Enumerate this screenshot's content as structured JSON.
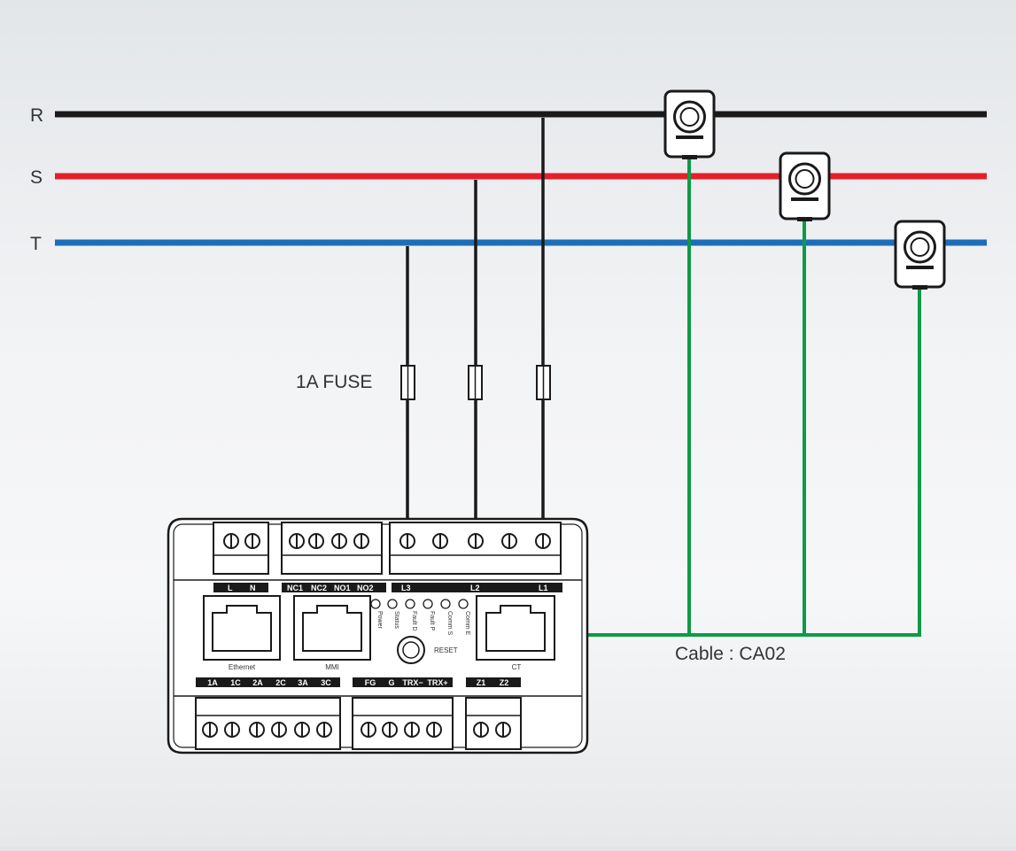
{
  "phases": [
    {
      "label": "R",
      "color": "#1a1a1a"
    },
    {
      "label": "S",
      "color": "#e4202b"
    },
    {
      "label": "T",
      "color": "#1e6db8"
    }
  ],
  "fuse_label": "1A FUSE",
  "cable_label": "Cable : CA02",
  "wire_colors": {
    "voltage": "#1a1a1a",
    "ct": "#0f9a45"
  },
  "device": {
    "top_terminal_labels": {
      "power": [
        "L",
        "N"
      ],
      "relay": [
        "NC1",
        "NC2",
        "NO1",
        "NO2"
      ],
      "voltage": [
        "L3",
        "L2",
        "L1"
      ]
    },
    "ports": {
      "ethernet": "Ethernet",
      "mmi": "MMI",
      "ct": "CT"
    },
    "leds": [
      "Power",
      "Status",
      "Fault D",
      "Fault P",
      "Comm S",
      "Comm E"
    ],
    "reset_label": "RESET",
    "bottom_terminal_labels": {
      "ct_in": [
        "1A",
        "1C",
        "2A",
        "2C",
        "3A",
        "3C"
      ],
      "comm": [
        "FG",
        "G",
        "TRX−",
        "TRX+"
      ],
      "z": [
        "Z1",
        "Z2"
      ]
    }
  }
}
